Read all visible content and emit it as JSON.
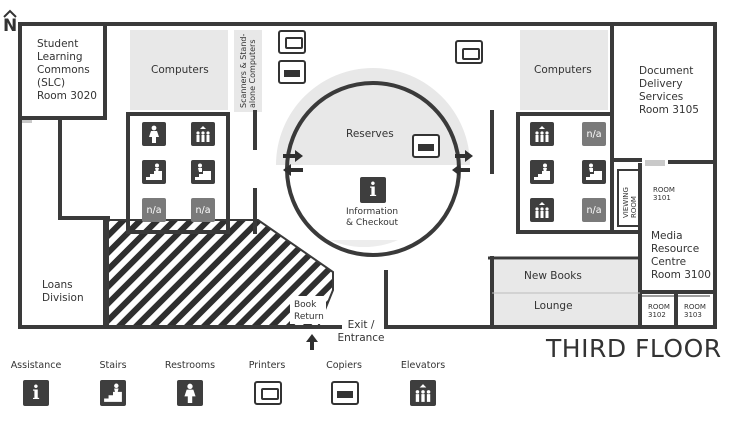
{
  "compass": {
    "label": "N"
  },
  "floor_title": "THIRD FLOOR",
  "rooms": {
    "slc": [
      "Student",
      "Learning",
      "Commons",
      "(SLC)",
      "Room 3020"
    ],
    "computers_left": "Computers",
    "computers_right": "Computers",
    "scanners": [
      "Scanners & Stand-",
      "alone Computers"
    ],
    "document_delivery": [
      "Document",
      "Delivery",
      "Services",
      "Room 3105"
    ],
    "reserves": "Reserves",
    "information": [
      "Information",
      "& Checkout"
    ],
    "room_3101": [
      "ROOM",
      "3101"
    ],
    "viewing_room": [
      "VIEWING",
      "ROOM"
    ],
    "media_resource": [
      "Media",
      "Resource",
      "Centre",
      "Room 3100"
    ],
    "new_books": "New Books",
    "lounge": "Lounge",
    "loans": [
      "Loans",
      "Division"
    ],
    "book_return": [
      "Book",
      "Return"
    ],
    "exit": [
      "Exit /",
      "Entrance"
    ],
    "room_3102": [
      "ROOM",
      "3102"
    ],
    "room_3103": [
      "ROOM",
      "3103"
    ]
  },
  "facility_tiles": {
    "na_label": "n/a"
  },
  "legend": [
    {
      "label": "Assistance",
      "icon": "info-icon"
    },
    {
      "label": "Stairs",
      "icon": "stairs-icon"
    },
    {
      "label": "Restrooms",
      "icon": "restroom-icon"
    },
    {
      "label": "Printers",
      "icon": "printer-icon"
    },
    {
      "label": "Copiers",
      "icon": "copier-icon"
    },
    {
      "label": "Elevators",
      "icon": "elevator-icon"
    }
  ],
  "colors": {
    "wall": "#3a3a3a",
    "room_fill": "#e8e8e8",
    "tile": "#3e3e3e",
    "tile_na": "#7a7a7a"
  }
}
